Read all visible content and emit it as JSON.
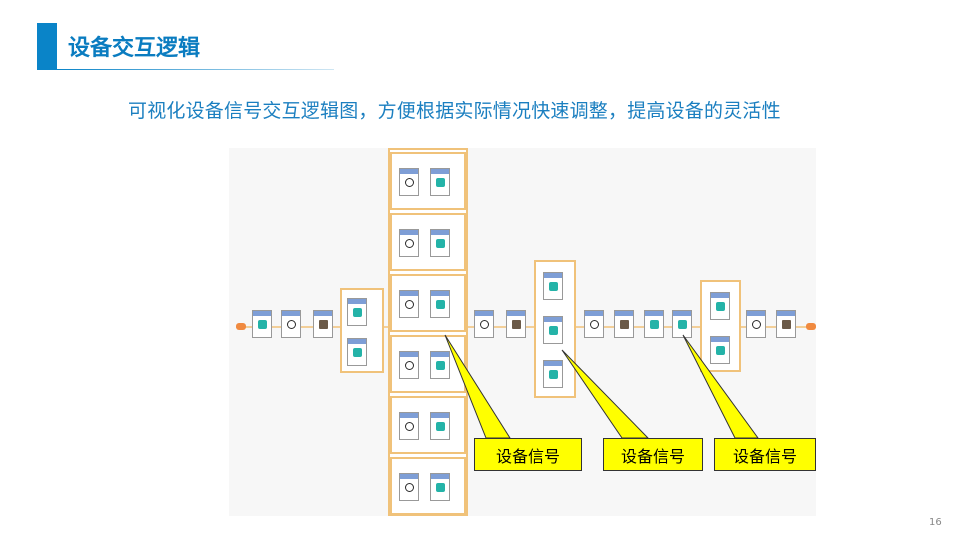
{
  "header": {
    "title": "设备交互逻辑"
  },
  "subtitle": "可视化设备信号交互逻辑图，方便根据实际情况快速调整，提高设备的灵活性",
  "callouts": [
    {
      "label": "设备信号"
    },
    {
      "label": "设备信号"
    },
    {
      "label": "设备信号"
    }
  ],
  "colors": {
    "accent": "#0a84c8",
    "callout": "#ffff00",
    "group_border": "#f0c27a"
  },
  "page_number": "16"
}
